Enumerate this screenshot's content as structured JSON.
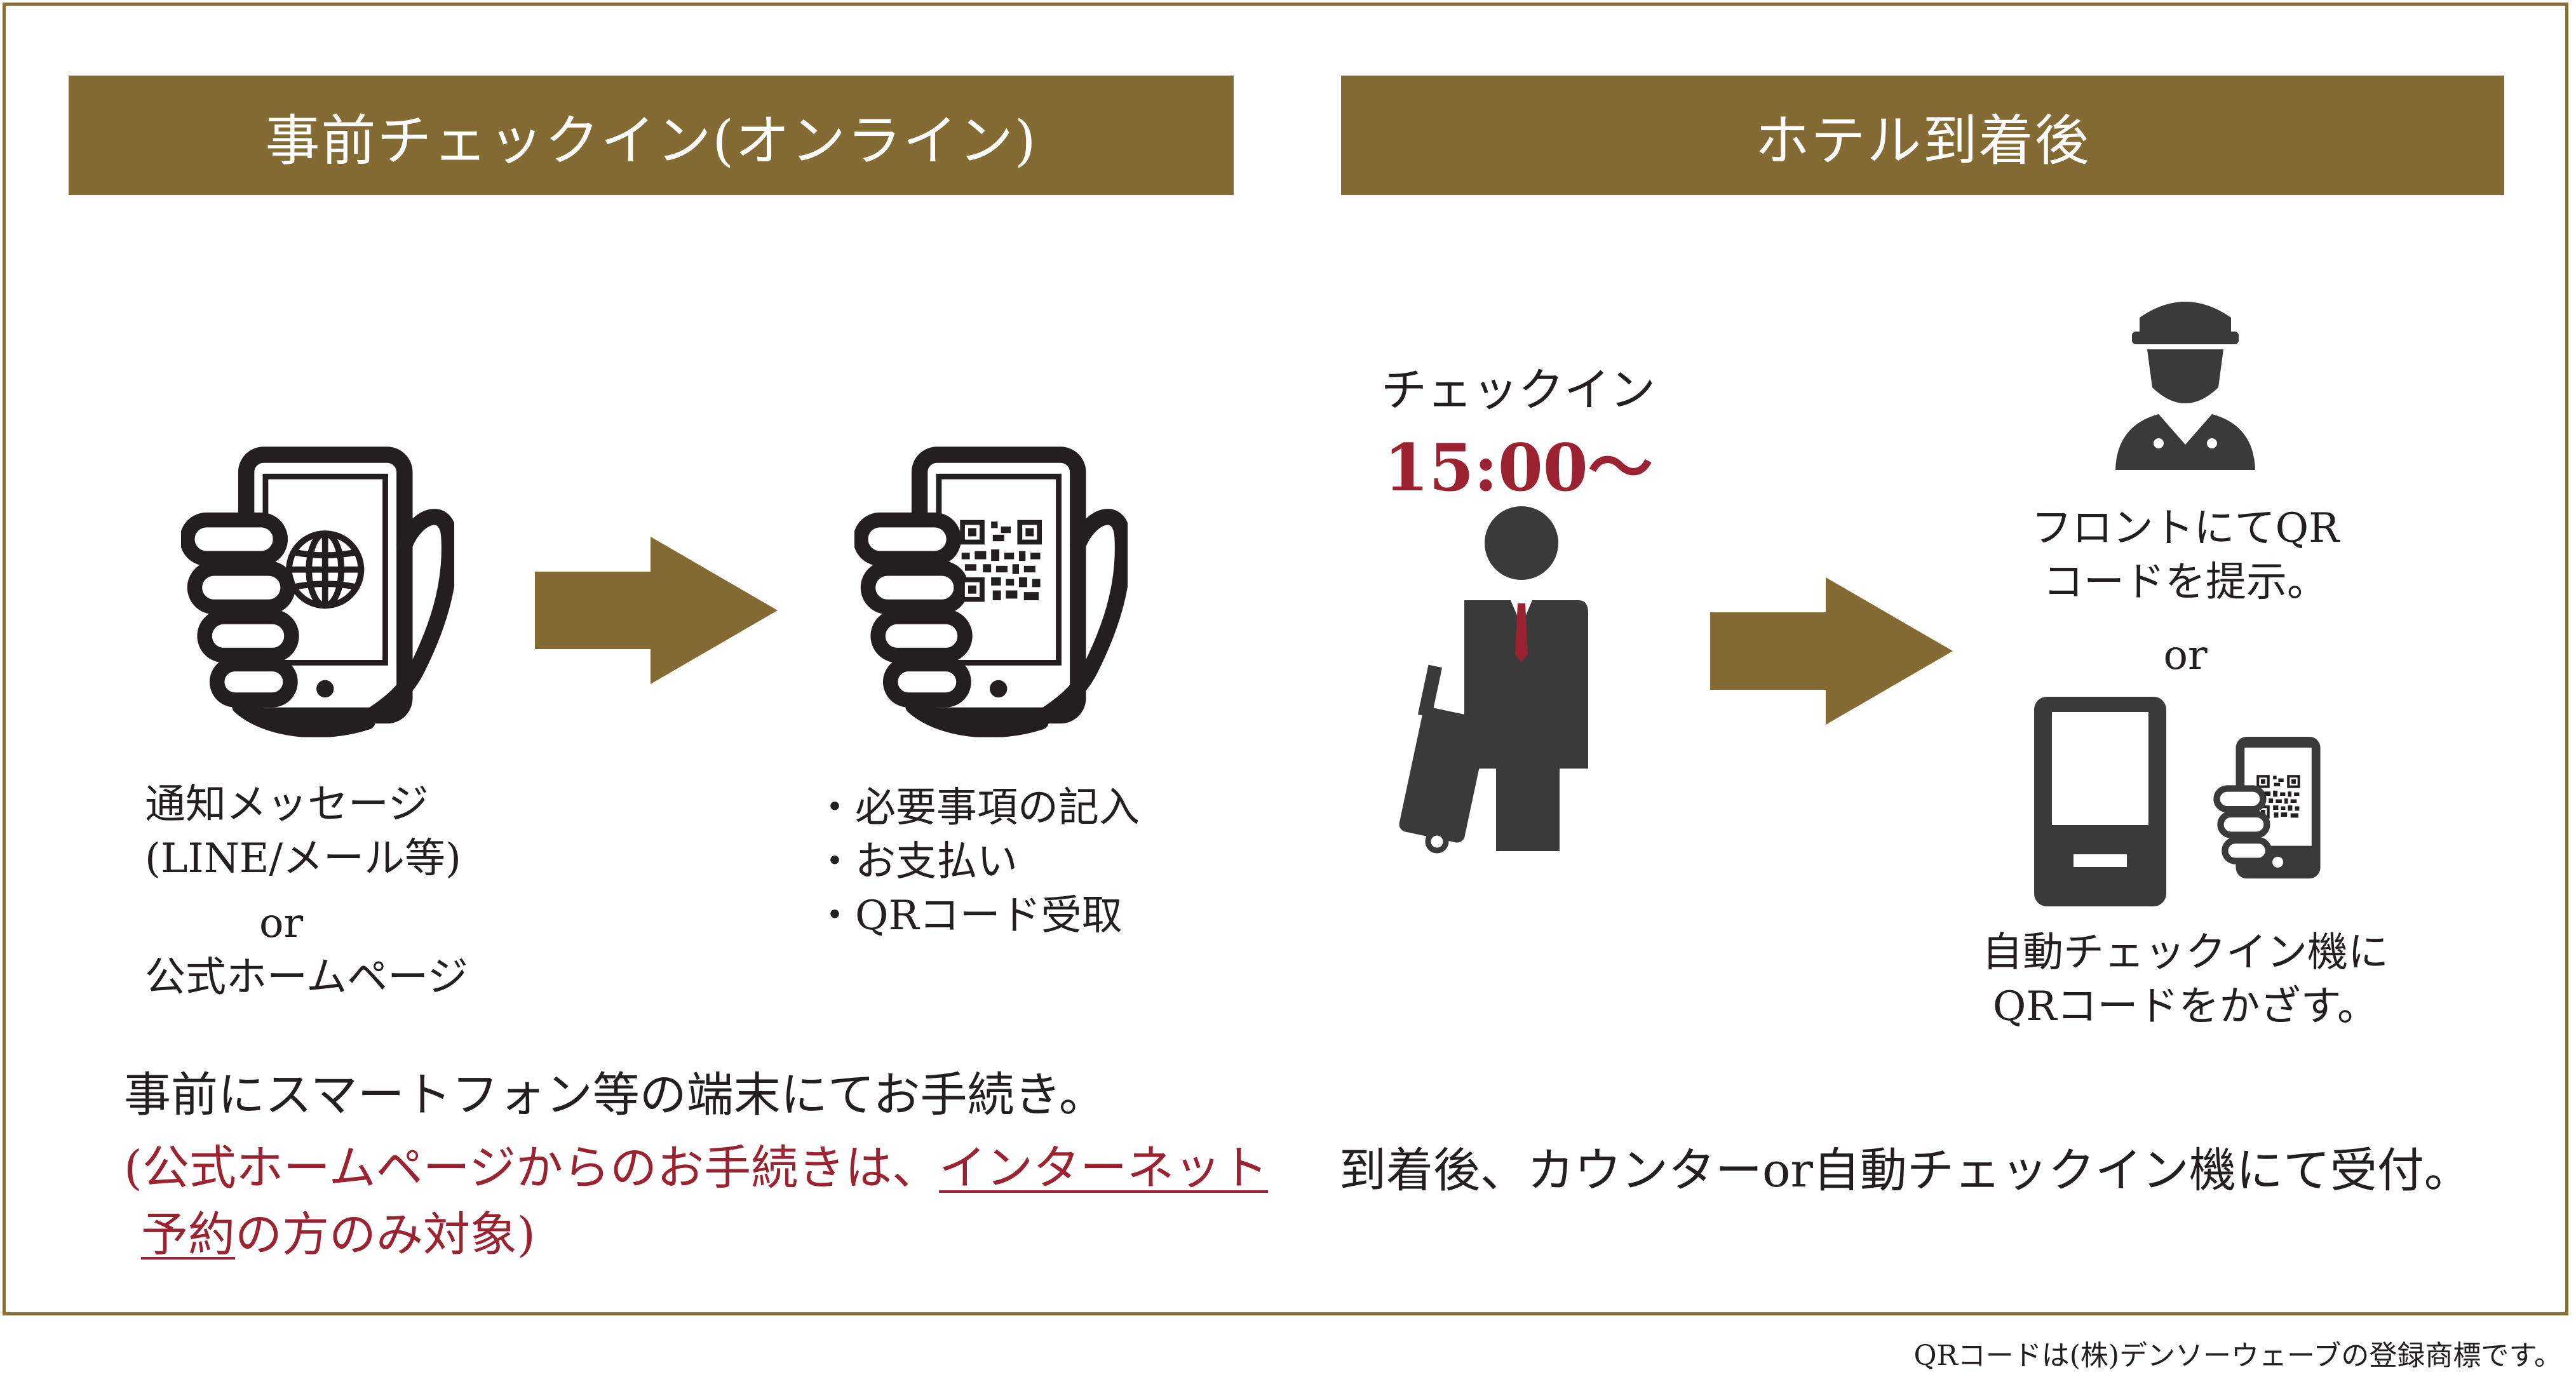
{
  "left_panel": {
    "header": "事前チェックイン(オンライン)",
    "step1": {
      "icon": "globe-phone-icon",
      "lines": [
        "通知メッセージ",
        "(LINE/メール等)",
        "or",
        "公式ホームページ"
      ]
    },
    "step2": {
      "icon": "qr-phone-icon",
      "lines": [
        "・必要事項の記入",
        "・お支払い",
        "・QRコード受取"
      ]
    },
    "summary": "事前にスマートフォン等の端末にてお手続き。",
    "note": {
      "part1": "(公式ホームページからのお手続きは、",
      "link1": "インターネット",
      "link2": "予約",
      "part2": "の方のみ対象)"
    }
  },
  "right_panel": {
    "header": "ホテル到着後",
    "checkin_label": "チェックイン",
    "checkin_time": "15:00〜",
    "option1_lines": [
      "フロントにてQR",
      "コードを提示。"
    ],
    "or_label": "or",
    "option2_lines": [
      "自動チェックイン機に",
      "QRコードをかざす。"
    ],
    "summary": "到着後、カウンターor自動チェックイン機にて受付。"
  },
  "footnote": "QRコードは(株)デンソーウェーブの登録商標です。",
  "colors": {
    "accent": "#836b33",
    "text": "#231f20",
    "highlight": "#9b2230"
  }
}
